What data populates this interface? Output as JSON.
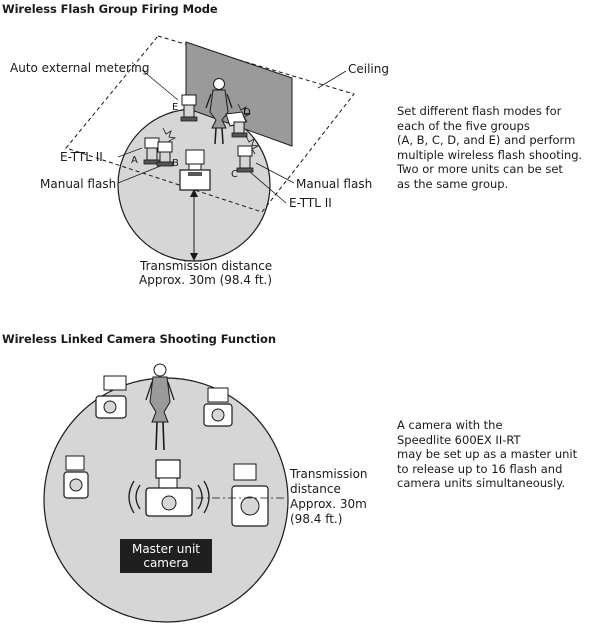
{
  "section1": {
    "title": "Wireless Flash Group Firing Mode",
    "labels": {
      "auto_metering": "Auto external metering",
      "ceiling": "Ceiling",
      "ettl_left": "E-TTL II",
      "manual_left": "Manual flash",
      "manual_right": "Manual flash",
      "ettl_right": "E-TTL II",
      "distance_line1": "Transmission distance",
      "distance_line2": "Approx. 30m (98.4 ft.)"
    },
    "groups": {
      "a": "A",
      "b": "B",
      "c": "C",
      "d": "D",
      "e": "E"
    },
    "description": [
      "Set different flash modes for",
      "each of the five groups",
      "(A, B, C, D, and E) and perform",
      "multiple wireless flash shooting.",
      "Two or more units can be set",
      "as the same group."
    ]
  },
  "section2": {
    "title": "Wireless Linked Camera Shooting Function",
    "labels": {
      "distance": [
        "Transmission",
        "distance",
        "Approx. 30m",
        "(98.4 ft.)"
      ],
      "master_line1": "Master unit",
      "master_line2": "camera"
    },
    "description": [
      "A camera with the",
      "Speedlite 600EX II-RT",
      "may be set up as a master unit",
      "to release up to 16 flash and",
      "camera units simultaneously."
    ]
  }
}
